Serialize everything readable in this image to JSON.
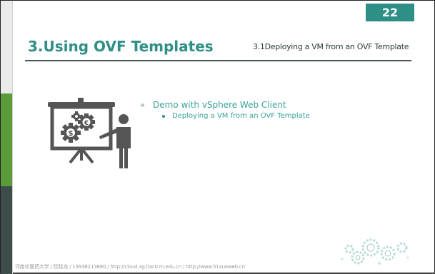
{
  "page_number": "22",
  "title": "3.Using OVF Templates",
  "subtitle": "3.1Deploying a VM from an OVF Template",
  "bullets": {
    "level1": "Demo with vSphere Web Client",
    "level2": "Deploying a VM from an OVF Template"
  },
  "footer": "河南中医药大学 / 阮晓龙 / 13938213680 / http://cloud.xg.hactcm.edu.cn / http://www.51xueweb.cn",
  "icons": {
    "presenter": "presenter-board-gears-icon",
    "decoration": "gears-decoration-icon"
  },
  "colors": {
    "accent": "#2e8f86",
    "side_green": "#5b9b3a",
    "side_dark": "#3d4d4a",
    "bullet_text": "#3aa39a"
  }
}
